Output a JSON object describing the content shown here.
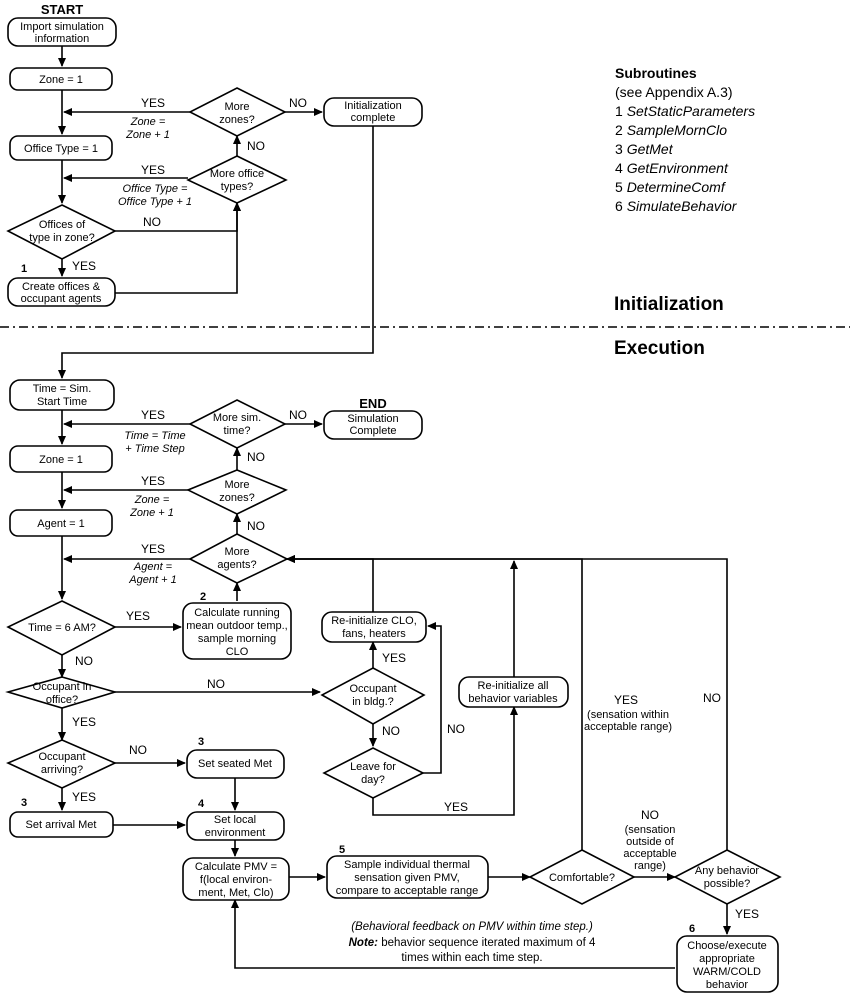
{
  "labels": {
    "start": "START",
    "end": "END",
    "yes": "YES",
    "no": "NO",
    "yes_acceptable": "YES",
    "no_acceptable": "NO"
  },
  "initialization": {
    "section_title": "Initialization",
    "import": [
      "Import simulation",
      "information"
    ],
    "zone_init": "Zone = 1",
    "more_zones": [
      "More",
      "zones?"
    ],
    "zone_increment": [
      "Zone =",
      "Zone + 1"
    ],
    "init_complete": [
      "Initialization",
      "complete"
    ],
    "office_type_init": "Office Type = 1",
    "more_office_types": [
      "More office",
      "types?"
    ],
    "office_type_increment": [
      "Office Type =",
      "Office Type + 1"
    ],
    "offices_in_zone": [
      "Offices of",
      "type in zone?"
    ],
    "create_offices": [
      "Create offices &",
      "occupant agents"
    ],
    "create_offices_num": "1"
  },
  "execution": {
    "section_title": "Execution",
    "time_init": [
      "Time = Sim.",
      "Start Time"
    ],
    "more_sim_time": [
      "More sim.",
      "time?"
    ],
    "time_increment": [
      "Time = Time",
      "+ Time Step"
    ],
    "sim_complete": [
      "Simulation",
      "Complete"
    ],
    "zone_init": "Zone = 1",
    "more_zones": [
      "More",
      "zones?"
    ],
    "zone_increment": [
      "Zone =",
      "Zone + 1"
    ],
    "agent_init": "Agent = 1",
    "more_agents": [
      "More",
      "agents?"
    ],
    "agent_increment": [
      "Agent =",
      "Agent + 1"
    ],
    "time_6am": "Time = 6 AM?",
    "calc_running_mean": [
      "Calculate running",
      "mean outdoor temp.,",
      "sample morning",
      "CLO"
    ],
    "calc_running_mean_num": "2",
    "reinit_clo": [
      "Re-initialize CLO,",
      "fans, heaters"
    ],
    "occupant_in_office": [
      "Occupant in",
      "office?"
    ],
    "occupant_in_bldg": [
      "Occupant",
      "in bldg.?"
    ],
    "reinit_behavior": [
      "Re-initialize all",
      "behavior variables"
    ],
    "occupant_arriving": [
      "Occupant",
      "arriving?"
    ],
    "set_seated_met": "Set seated Met",
    "set_seated_met_num": "3",
    "leave_for_day": [
      "Leave for",
      "day?"
    ],
    "set_arrival_met": "Set arrival Met",
    "set_arrival_met_num": "3",
    "set_local_env": [
      "Set local",
      "environment"
    ],
    "set_local_env_num": "4",
    "calc_pmv": [
      "Calculate PMV =",
      "f(local environ-",
      "ment, Met, Clo)"
    ],
    "sample_sensation": [
      "Sample individual thermal",
      "sensation given PMV,",
      "compare to acceptable range"
    ],
    "sample_sensation_num": "5",
    "comfortable": "Comfortable?",
    "yes_note": [
      "(sensation within",
      "acceptable range)"
    ],
    "no_note": [
      "(sensation",
      "outside of",
      "acceptable",
      "range)"
    ],
    "any_behavior": [
      "Any behavior",
      "possible?"
    ],
    "choose_behavior": [
      "Choose/execute",
      "appropriate",
      "WARM/COLD",
      "behavior"
    ],
    "choose_behavior_num": "6",
    "feedback_note": "(Behavioral feedback on PMV within time step.)",
    "note_label": "Note:",
    "note_text": "behavior sequence iterated maximum of 4",
    "note_text2": "times within each time step."
  },
  "subroutines": {
    "title": "Subroutines",
    "subtitle": "(see Appendix A.3)",
    "items": [
      {
        "num": "1",
        "name": "SetStaticParameters"
      },
      {
        "num": "2",
        "name": "SampleMornClo"
      },
      {
        "num": "3",
        "name": "GetMet"
      },
      {
        "num": "4",
        "name": "GetEnvironment"
      },
      {
        "num": "5",
        "name": "DetermineComf"
      },
      {
        "num": "6",
        "name": "SimulateBehavior"
      }
    ]
  }
}
